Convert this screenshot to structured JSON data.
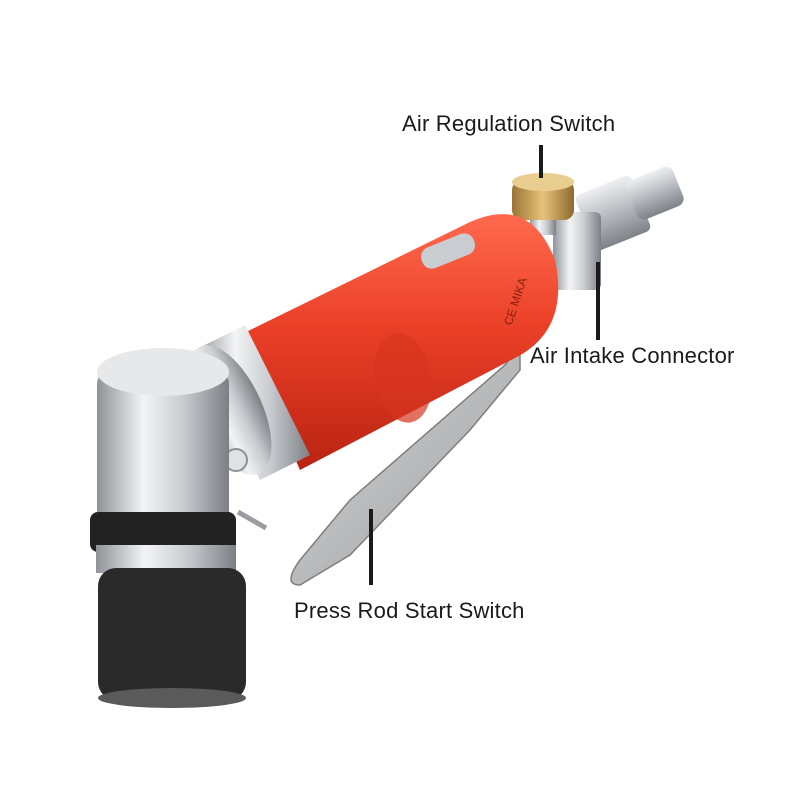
{
  "labels": {
    "air_regulation_switch": "Air Regulation Switch",
    "air_intake_connector": "Air Intake Connector",
    "press_rod_start_switch": "Press Rod Start Switch"
  },
  "tool_markings": {
    "housing_text": "CE MIKA"
  },
  "colors": {
    "body_red": "#e8412c",
    "chrome": "#c9ccd0",
    "brass": "#c7a05a",
    "rubber_pad": "#2a2a2a",
    "label_text": "#1a1a1a"
  }
}
